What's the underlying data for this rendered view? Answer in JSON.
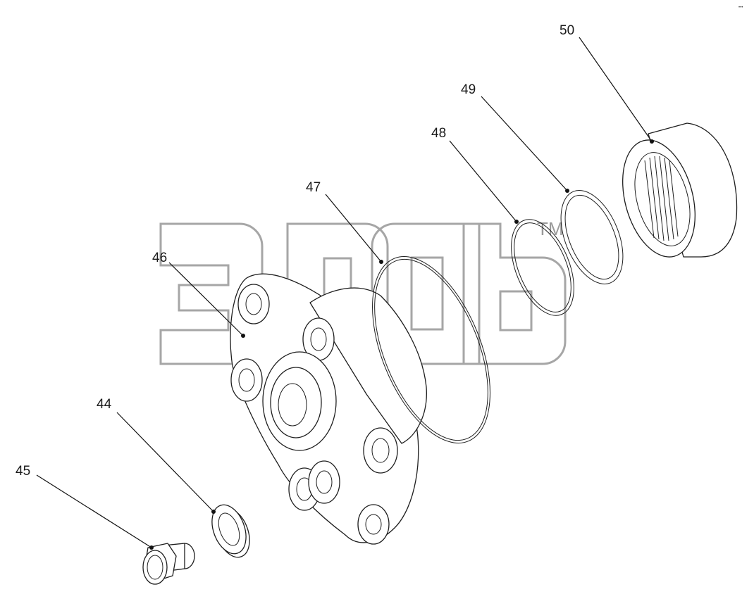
{
  "diagram": {
    "watermark": "TM",
    "corner_mark": "•••",
    "callouts": [
      {
        "id": "44",
        "label": "44"
      },
      {
        "id": "45",
        "label": "45"
      },
      {
        "id": "46",
        "label": "46"
      },
      {
        "id": "47",
        "label": "47"
      },
      {
        "id": "48",
        "label": "48"
      },
      {
        "id": "49",
        "label": "49"
      },
      {
        "id": "50",
        "label": "50"
      }
    ]
  }
}
